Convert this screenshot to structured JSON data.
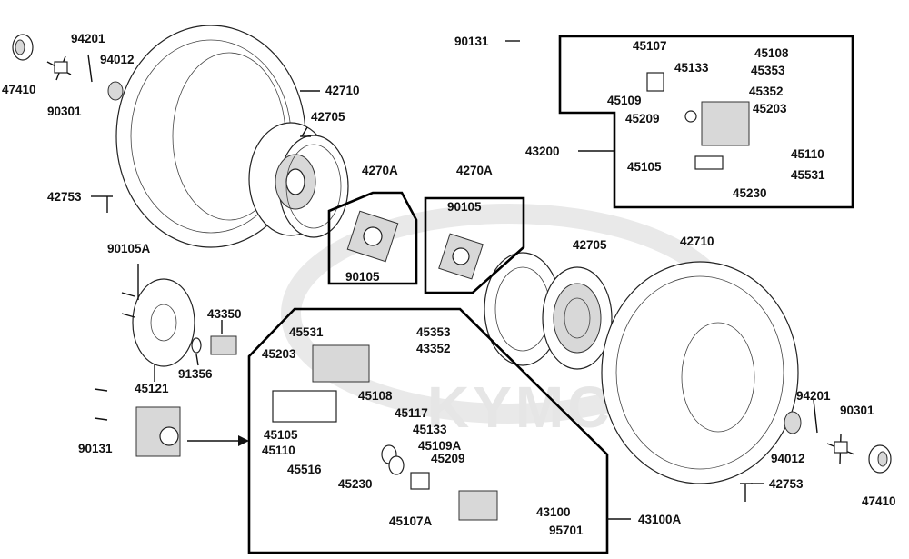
{
  "watermark": {
    "brand": "KYMCO"
  },
  "labels": {
    "p47410_l": "47410",
    "p94201_l": "94201",
    "p94012_l": "94012",
    "p90301_l": "90301",
    "p42710_l": "42710",
    "p42705_l": "42705",
    "p42753_l": "42753",
    "p90131_t": "90131",
    "p4270A_a": "4270A",
    "p4270A_b": "4270A",
    "p90105_a": "90105",
    "p90105_b": "90105",
    "p90105A": "90105A",
    "p42705_r": "42705",
    "p42710_r": "42710",
    "p43350": "43350",
    "p45121": "45121",
    "p91356": "91356",
    "p90131_b": "90131",
    "p45107": "45107",
    "p45108_t": "45108",
    "p45133_t": "45133",
    "p45353_t": "45353",
    "p45352": "45352",
    "p45109": "45109",
    "p45209_t": "45209",
    "p45203_t": "45203",
    "p43200": "43200",
    "p45110_t": "45110",
    "p45105_t": "45105",
    "p45531_t": "45531",
    "p45230_t": "45230",
    "p45531_b": "45531",
    "p45353_b": "45353",
    "p43352": "43352",
    "p45203_b": "45203",
    "p45108_b": "45108",
    "p45117": "45117",
    "p45133_b": "45133",
    "p45105_b": "45105",
    "p45109A": "45109A",
    "p45110_b": "45110",
    "p45209_b": "45209",
    "p45516": "45516",
    "p45230_b": "45230",
    "p45107A": "45107A",
    "p43100": "43100",
    "p95701": "95701",
    "p43100A": "43100A",
    "p94201_r": "94201",
    "p90301_r": "90301",
    "p94012_r": "94012",
    "p42753_r": "42753",
    "p47410_r": "47410"
  }
}
